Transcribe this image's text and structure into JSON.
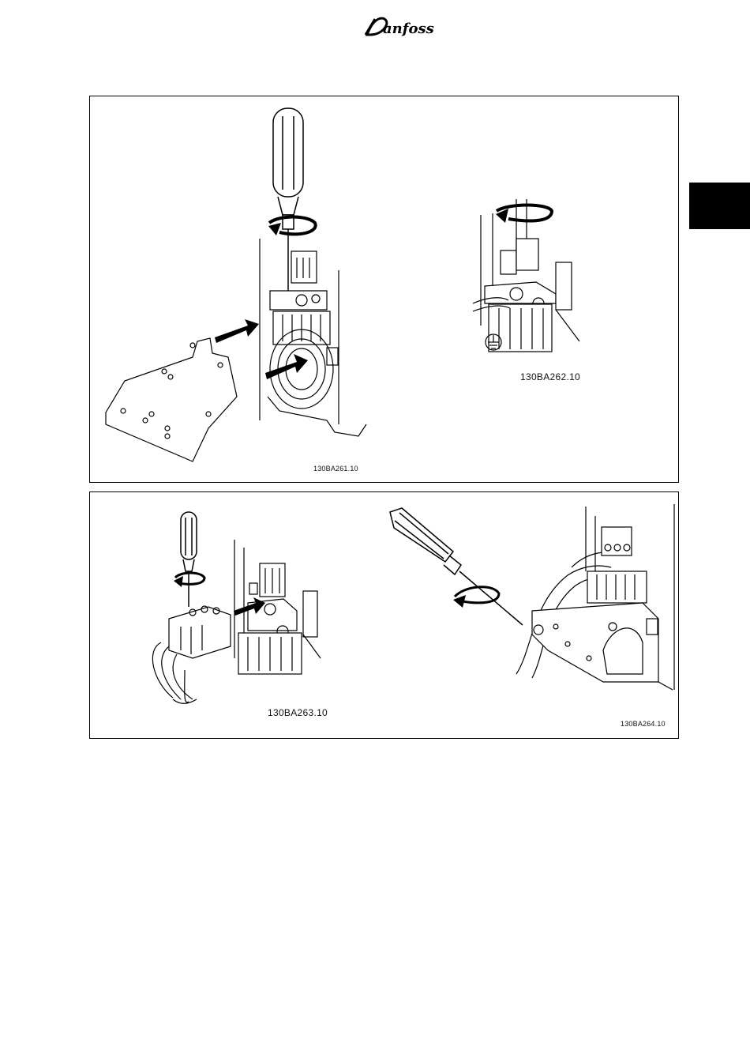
{
  "header": {
    "logo_icon": "danfoss-logo-icon"
  },
  "side_tab": {
    "color": "#000000"
  },
  "figures": {
    "top": {
      "left_code": "130BA261.10",
      "right_code": "130BA262.10"
    },
    "bottom": {
      "left_code": "130BA263.10",
      "right_code": "130BA264.10"
    }
  },
  "icons": [
    "screwdriver-icon",
    "rotation-arrow-icon",
    "push-arrow-icon",
    "ground-symbol-icon",
    "terminal-block-icon",
    "cable-icon"
  ]
}
